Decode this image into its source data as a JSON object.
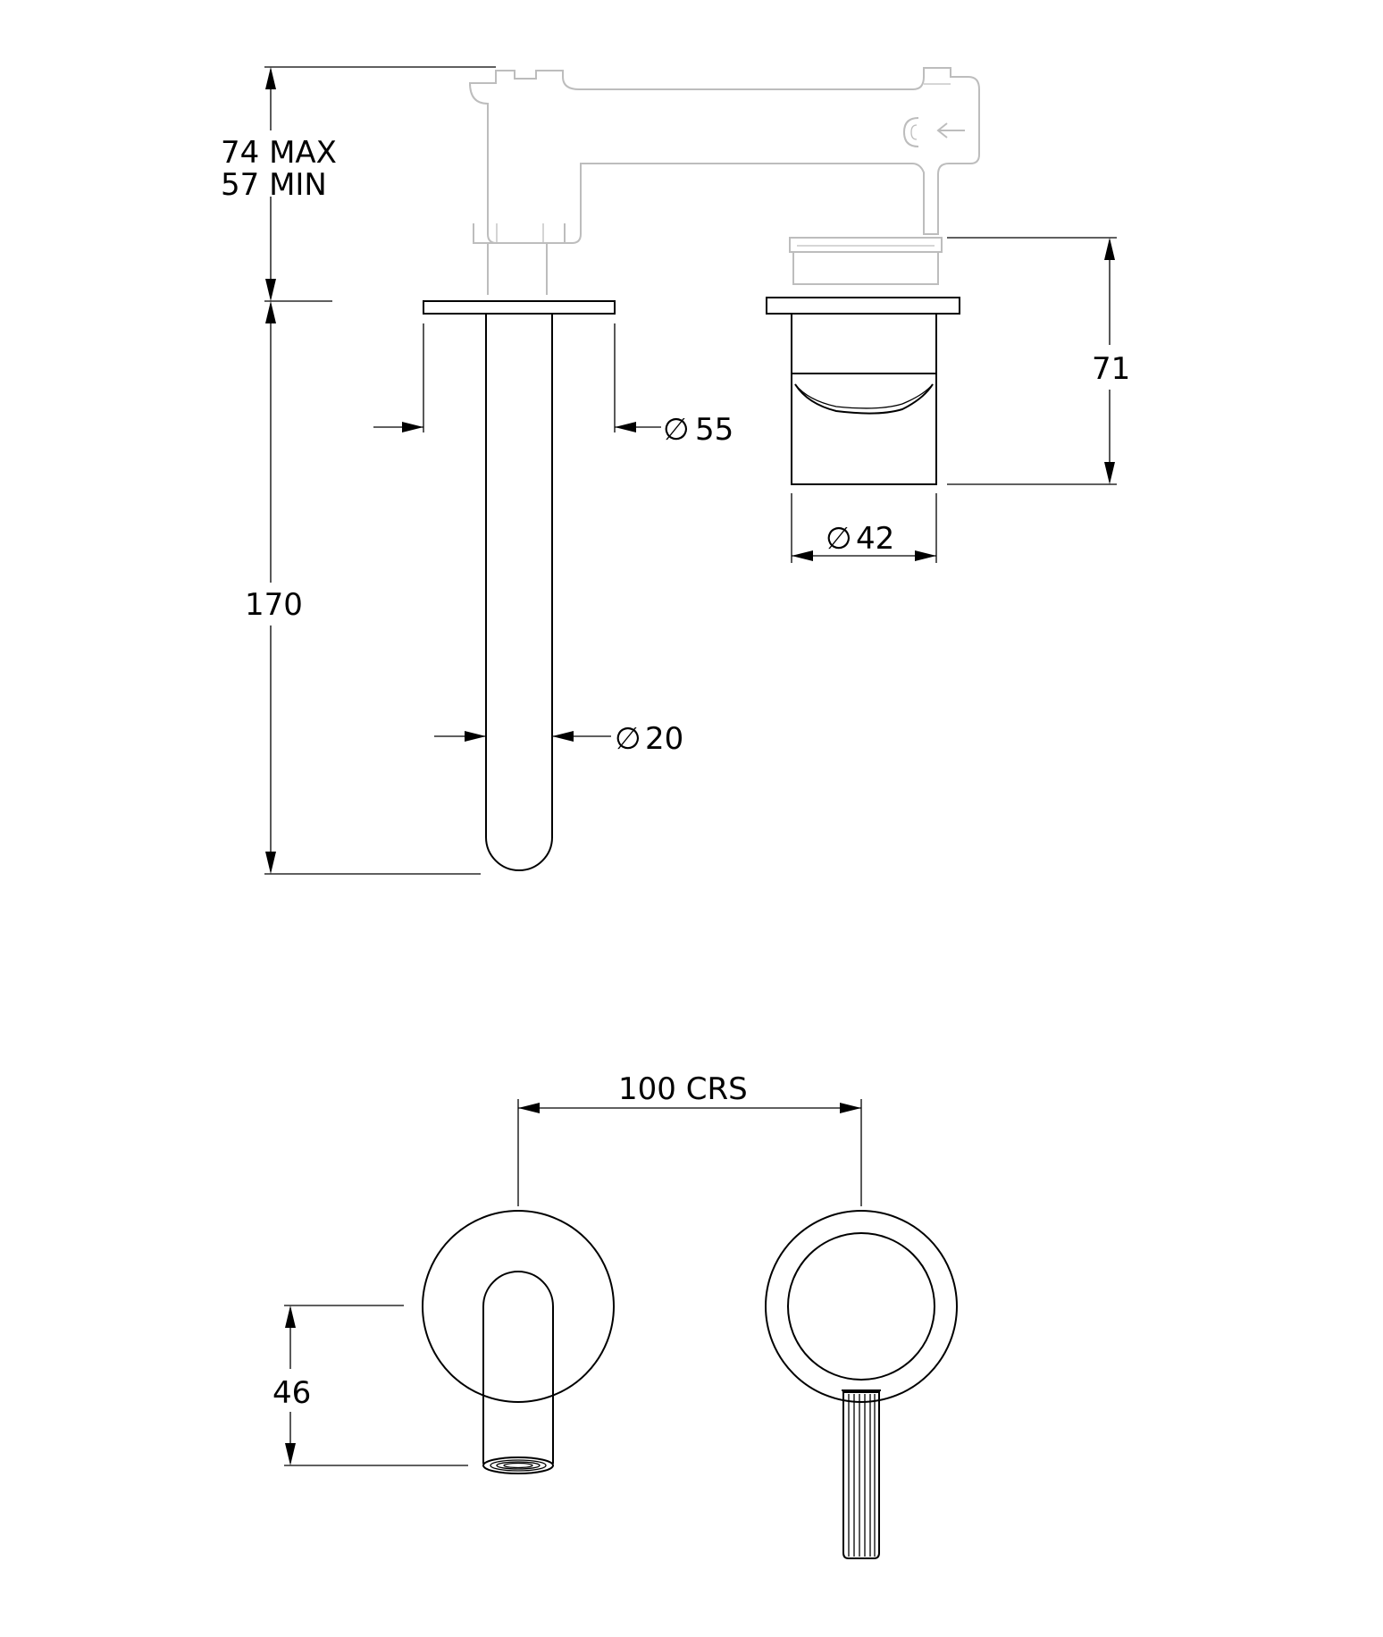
{
  "dimensions": {
    "depth_max": "74 MAX",
    "depth_min": "57 MIN",
    "spout_length": "170",
    "flange_diameter": "55",
    "spout_diameter": "20",
    "mixer_height": "71",
    "mixer_diameter": "42",
    "centres": "100 CRS",
    "spout_offset": "46"
  },
  "symbols": {
    "diameter": "∅"
  },
  "colors": {
    "line": "#000000",
    "ghost_body": "#bdbdbd",
    "background": "#ffffff"
  }
}
